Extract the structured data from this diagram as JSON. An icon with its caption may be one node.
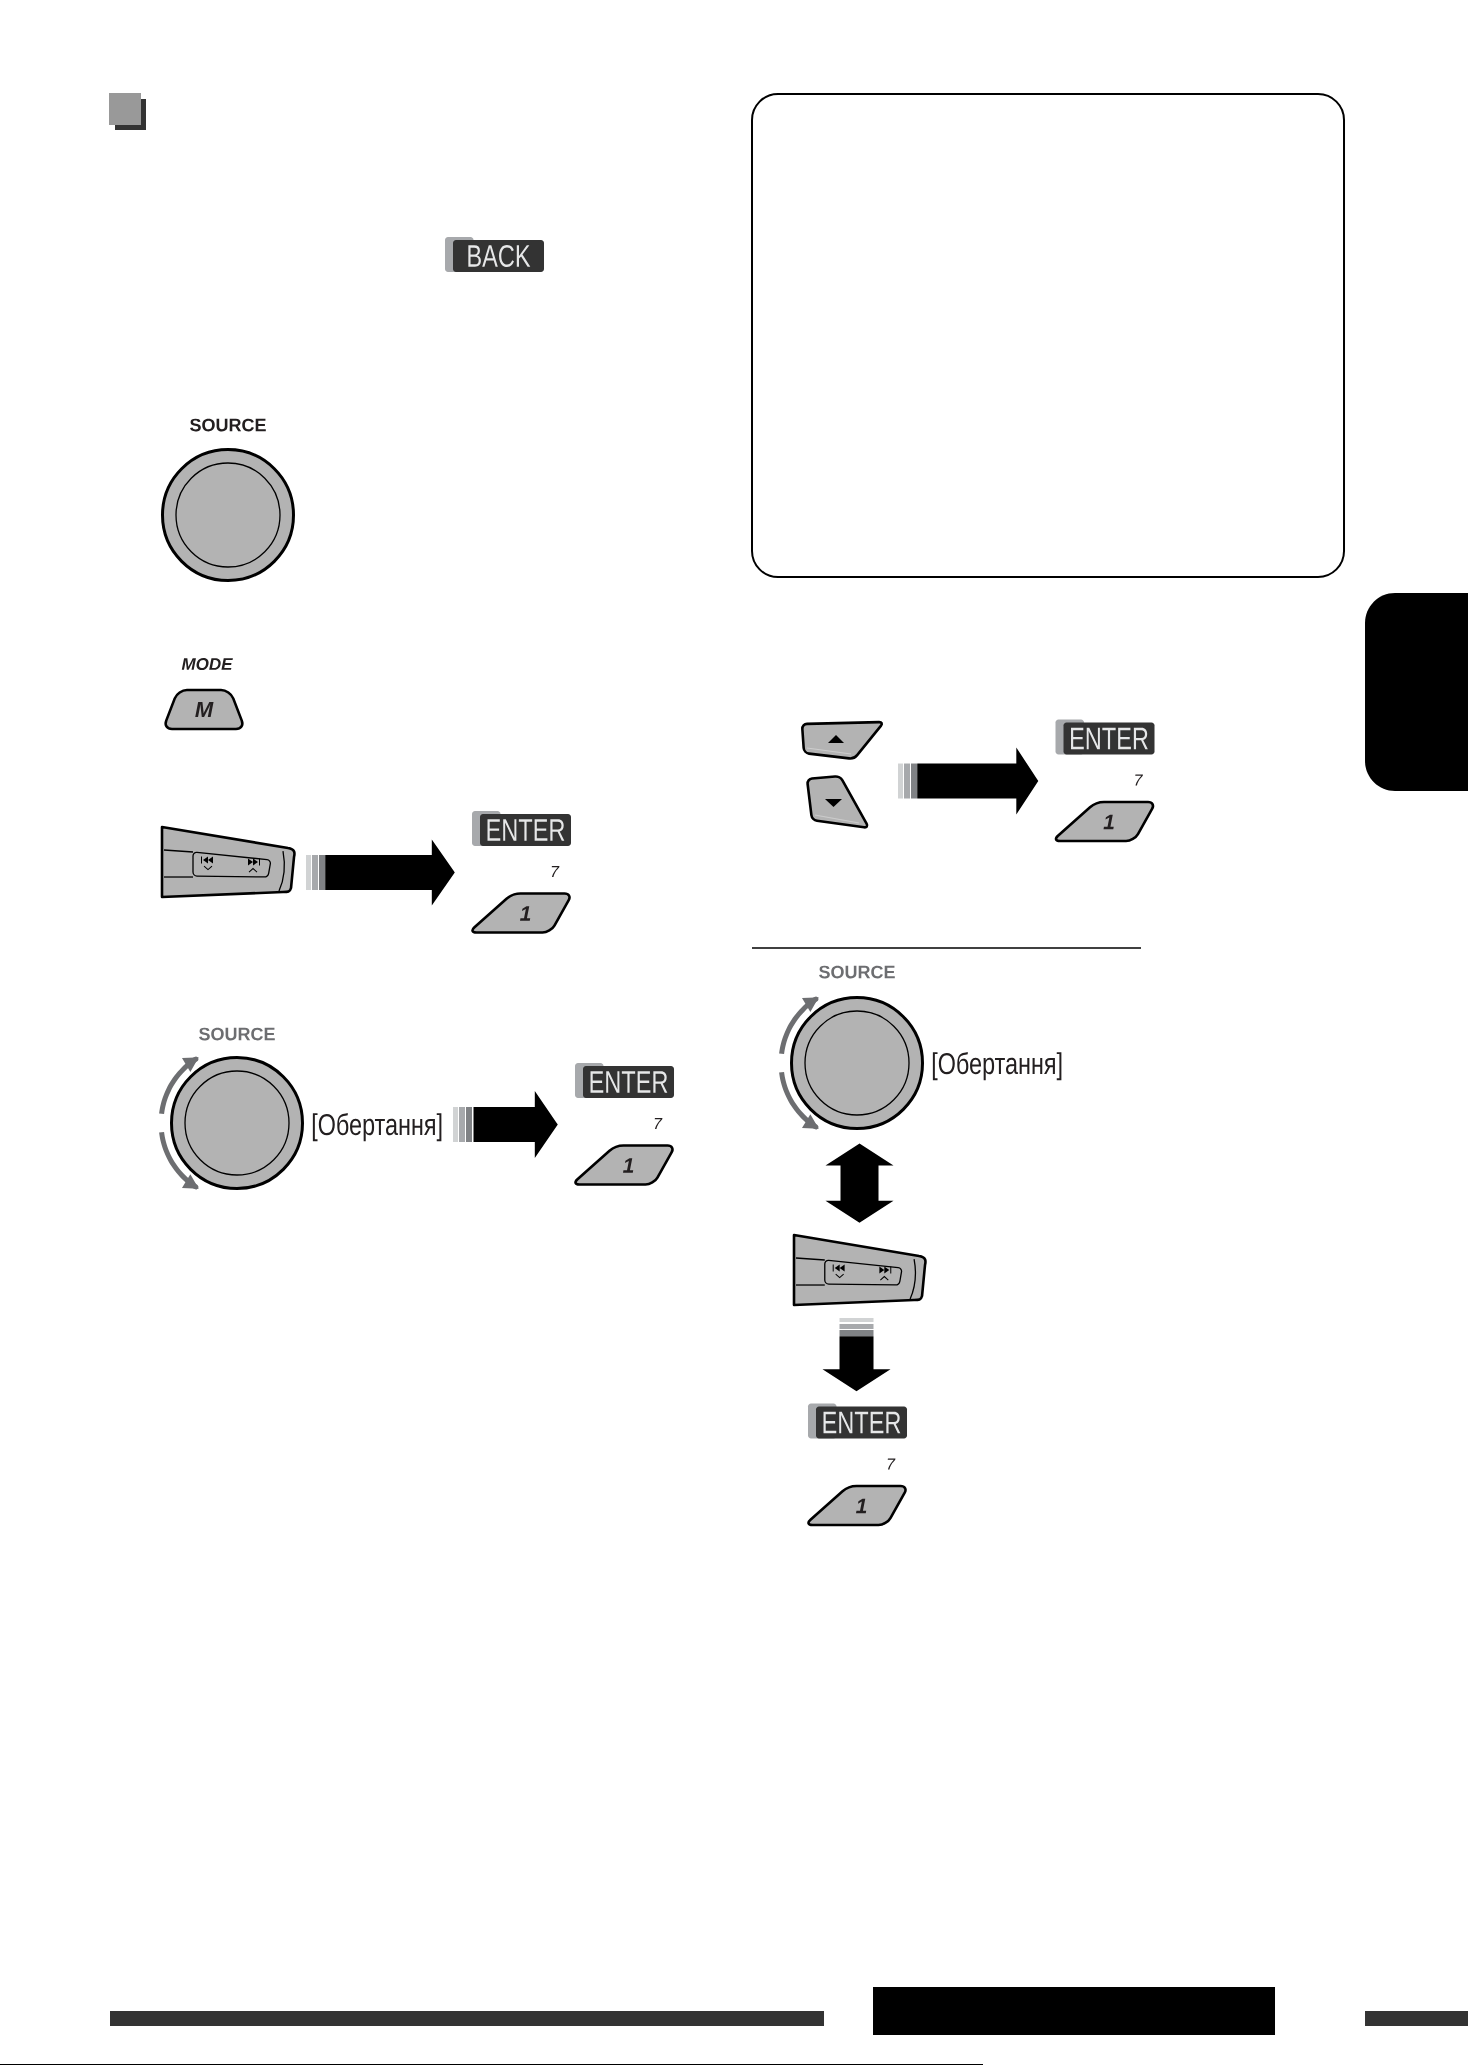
{
  "diagram": {
    "nodes": [
      {
        "text": [
          "BACK"
        ]
      },
      {
        "text": [],
        "shape": "circle",
        "beside": [
          "SOURCE"
        ]
      },
      {
        "text": [
          "M"
        ],
        "beside": [
          "MODE"
        ]
      },
      {
        "text": [],
        "shape": "picture"
      },
      {
        "text": [
          "ENTER",
          "7",
          "1"
        ]
      },
      {
        "text": [],
        "shape": "circle",
        "beside": [
          "SOURCE",
          "[Обертання]"
        ]
      },
      {
        "text": [
          "ENTER",
          "7",
          "1"
        ]
      },
      {
        "text": [],
        "shape": "box"
      },
      {
        "text": [],
        "shape": "picture"
      },
      {
        "text": [
          "ENTER",
          "7",
          "1"
        ]
      },
      {
        "text": [],
        "shape": "circle",
        "beside": [
          "SOURCE",
          "[Обертання]"
        ]
      },
      {
        "text": [],
        "shape": "picture"
      },
      {
        "text": [
          "ENTER",
          "7",
          "1"
        ]
      },
      {
        "text": [],
        "shape": "box"
      }
    ],
    "edges": [
      {
        "from": 3,
        "to": 4,
        "arrow": "to"
      },
      {
        "from": 5,
        "to": 6,
        "arrow": "to"
      },
      {
        "from": 8,
        "to": 9,
        "arrow": "to"
      },
      {
        "from": 10,
        "to": 11,
        "arrow": "both"
      },
      {
        "from": 11,
        "to": 12,
        "arrow": "to"
      }
    ]
  }
}
